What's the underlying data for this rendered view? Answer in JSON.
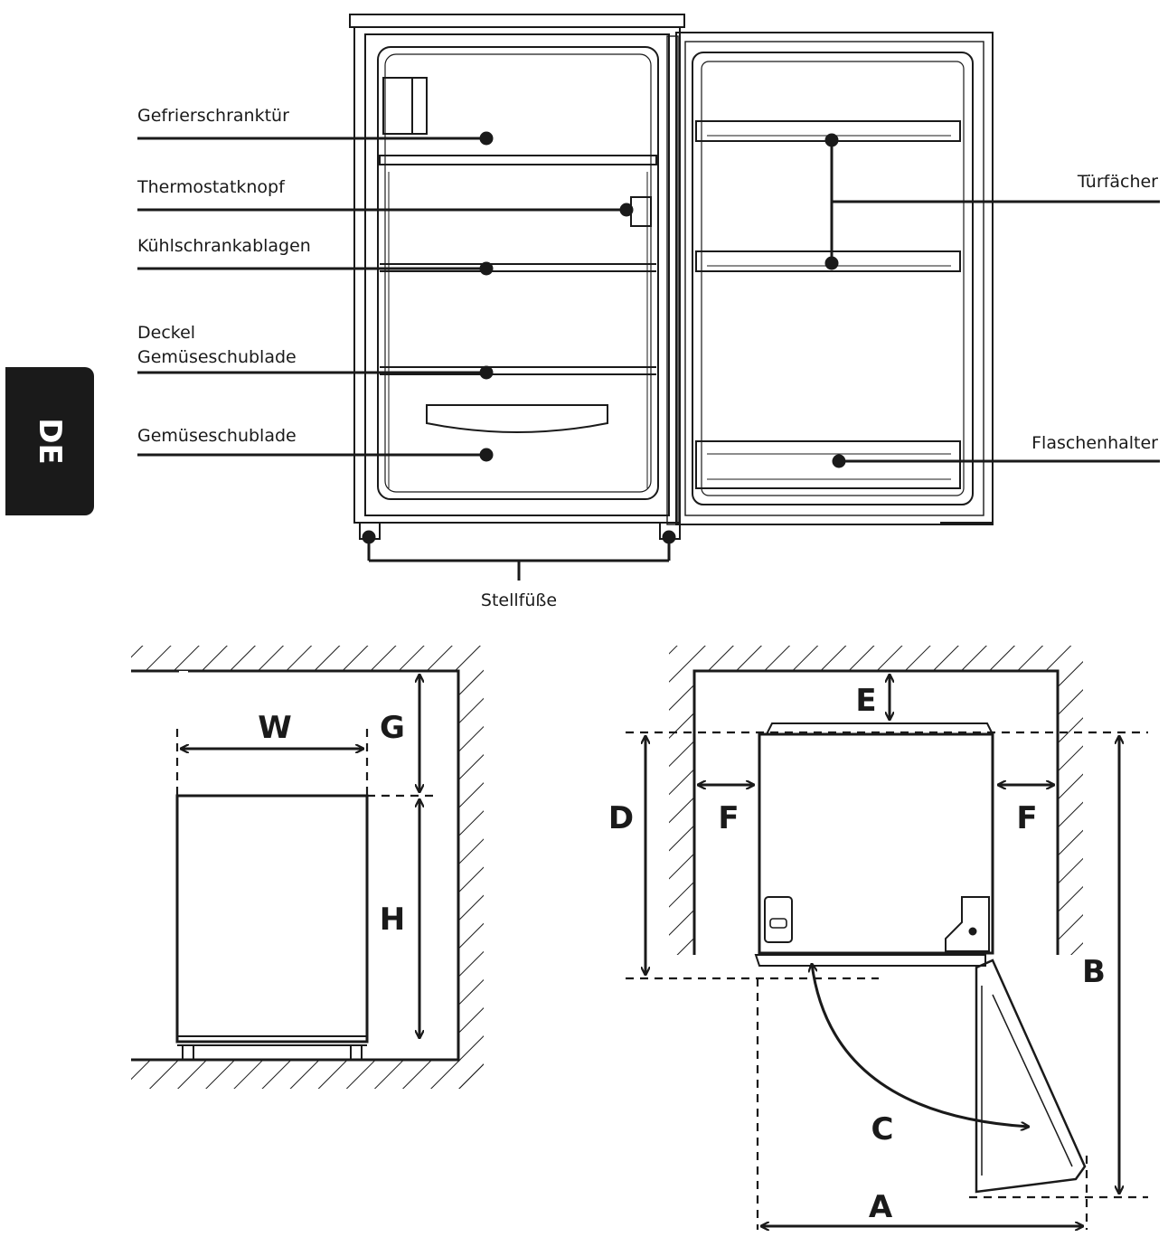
{
  "language_tab": "DE",
  "parts": {
    "freezer_door": "Gefrierschranktür",
    "thermostat": "Thermostatknopf",
    "shelves": "Kühlschrankablagen",
    "crisper_cover_line1": "Deckel",
    "crisper_cover_line2": "Gemüseschublade",
    "crisper": "Gemüseschublade",
    "door_shelves": "Türfächer",
    "bottle_holder": "Flaschenhalter",
    "feet": "Stellfüße"
  },
  "dimension_letters": {
    "W": "W",
    "G": "G",
    "H": "H",
    "A": "A",
    "B": "B",
    "C": "C",
    "D": "D",
    "E": "E",
    "F_left": "F",
    "F_right": "F"
  }
}
